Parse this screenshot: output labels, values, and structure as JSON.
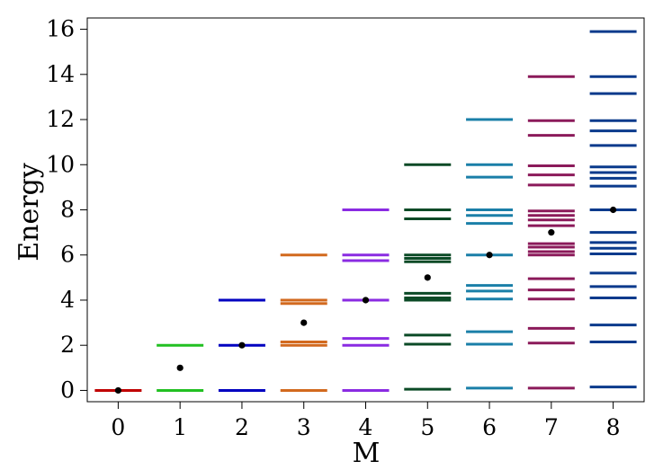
{
  "chart_data": {
    "type": "scatter",
    "title": "",
    "xlabel": "M",
    "ylabel": "Energy",
    "xlim": [
      -0.5,
      8.5
    ],
    "ylim": [
      -0.5,
      16.5
    ],
    "x_ticks": [
      0,
      1,
      2,
      3,
      4,
      5,
      6,
      7,
      8
    ],
    "y_ticks": [
      0,
      2,
      4,
      6,
      8,
      10,
      12,
      14,
      16
    ],
    "grid": false,
    "legend": "none",
    "marker_color": "#000000",
    "series": [
      {
        "x": 0,
        "color": "#c00000",
        "energies": [
          0.0
        ],
        "mean": 0.0
      },
      {
        "x": 1,
        "color": "#22c022",
        "energies": [
          0.0,
          2.0
        ],
        "mean": 1.0
      },
      {
        "x": 2,
        "color": "#0000c0",
        "energies": [
          0.0,
          2.0,
          4.0
        ],
        "mean": 2.0
      },
      {
        "x": 3,
        "color": "#d2691e",
        "energies": [
          0.0,
          2.0,
          2.15,
          3.85,
          4.0,
          6.0
        ],
        "mean": 3.0
      },
      {
        "x": 4,
        "color": "#8a2be2",
        "energies": [
          0.0,
          2.0,
          2.3,
          4.0,
          5.75,
          6.0,
          8.0
        ],
        "mean": 4.0
      },
      {
        "x": 5,
        "color": "#0b4a26",
        "energies": [
          0.05,
          2.05,
          2.45,
          4.0,
          4.1,
          4.3,
          5.7,
          5.85,
          6.0,
          7.6,
          8.0,
          10.0
        ],
        "mean": 5.0
      },
      {
        "x": 6,
        "color": "#1a7fa8",
        "energies": [
          0.1,
          2.05,
          2.6,
          4.05,
          4.4,
          4.65,
          6.0,
          7.4,
          7.75,
          8.0,
          9.45,
          10.0,
          12.0
        ],
        "mean": 6.0
      },
      {
        "x": 7,
        "color": "#8b1a5a",
        "energies": [
          0.1,
          2.1,
          2.75,
          4.05,
          4.45,
          4.95,
          6.0,
          6.15,
          6.35,
          6.5,
          7.3,
          7.55,
          7.75,
          7.95,
          9.1,
          9.55,
          9.95,
          11.3,
          11.95,
          13.9
        ],
        "mean": 7.0
      },
      {
        "x": 8,
        "color": "#0a3a8c",
        "energies": [
          0.15,
          2.15,
          2.9,
          4.1,
          4.6,
          5.2,
          6.05,
          6.3,
          6.55,
          7.0,
          8.0,
          9.05,
          9.4,
          9.65,
          9.9,
          10.85,
          11.5,
          11.95,
          13.15,
          13.9,
          15.9
        ],
        "mean": 8.0
      }
    ]
  }
}
